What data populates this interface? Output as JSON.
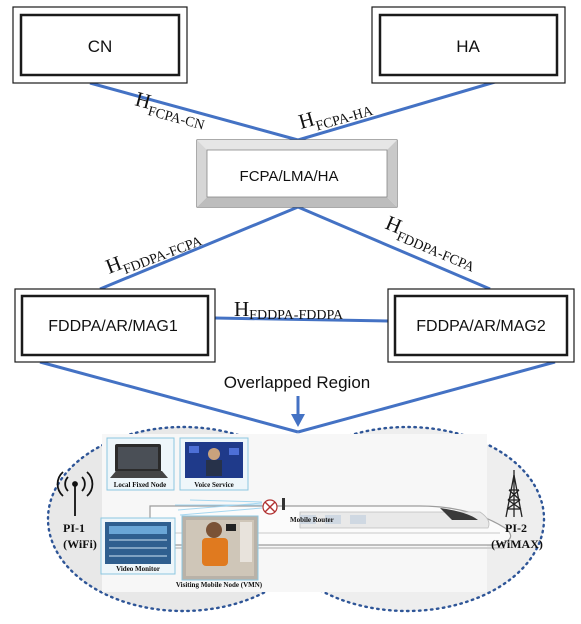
{
  "nodes": {
    "cn": "CN",
    "ha": "HA",
    "fcpa": "FCPA/LMA/HA",
    "mag1": "FDDPA/AR/MAG1",
    "mag2": "FDDPA/AR/MAG2"
  },
  "links": {
    "fcpa_cn": {
      "main": "H",
      "sub": "FCPA-CN"
    },
    "fcpa_ha": {
      "main": "H",
      "sub": "FCPA-HA"
    },
    "fddpa_fcpa_left": {
      "main": "H",
      "sub": "FDDPA-FCPA"
    },
    "fddpa_fcpa_right": {
      "main": "H",
      "sub": "FDDPA-FCPA"
    },
    "fddpa_fddpa": {
      "main": "H",
      "sub": "FDDPA-FDDPA"
    }
  },
  "overlap_label": "Overlapped Region",
  "scene": {
    "local_fixed_node": "Local Fixed Node",
    "voice_service": "Voice Service",
    "mobile_router": "Mobile Router",
    "video_monitor": "Video Monitor",
    "vmn": "Visiting Mobile Node (VMN)",
    "pi1_line1": "PI-1",
    "pi1_line2": "(WiFi)",
    "pi2_line1": "PI-2",
    "pi2_line2": "(WiMAX)"
  },
  "colors": {
    "line": "#4472c4",
    "box_border": "#1a1a1a",
    "dotted": "#2e5597"
  }
}
